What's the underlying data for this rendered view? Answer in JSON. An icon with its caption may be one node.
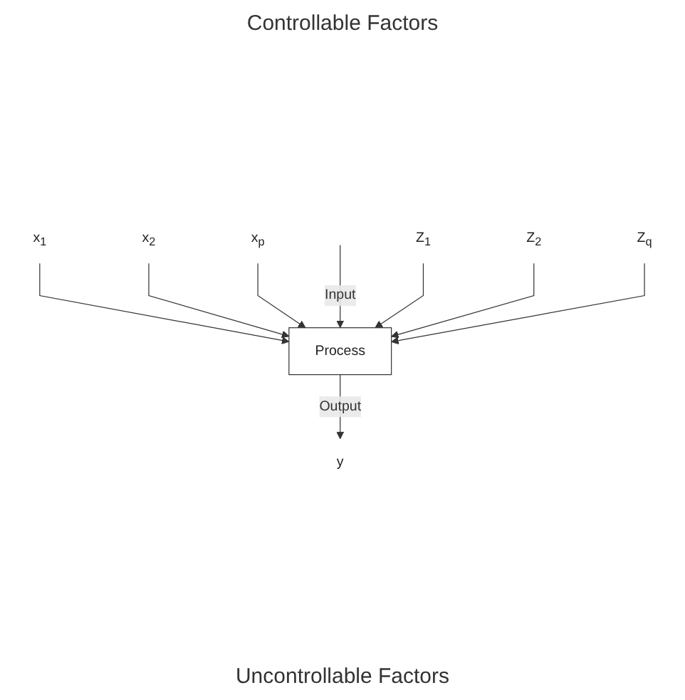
{
  "diagram": {
    "title": "Controllable Factors",
    "caption": "Uncontrollable Factors",
    "nodes": [
      {
        "text": [
          "x$_{1}$"
        ]
      },
      {
        "text": [
          "x$_{2}$"
        ]
      },
      {
        "text": [
          "x$_{p}$"
        ]
      },
      {
        "text": [
          "Process"
        ]
      },
      {
        "text": [
          "y"
        ]
      },
      {
        "text": [
          "Z$_{1}$"
        ]
      },
      {
        "text": [
          "Z$_{2}$"
        ]
      },
      {
        "text": [
          "Z$_{q}$"
        ]
      }
    ],
    "edges": [
      {
        "from": 0,
        "to": 3,
        "arrow": "to"
      },
      {
        "from": 1,
        "to": 3,
        "arrow": "to"
      },
      {
        "from": 2,
        "to": 3,
        "arrow": "to"
      },
      {
        "from": null,
        "to": 3,
        "arrow": "to",
        "label": "Input"
      },
      {
        "from": 3,
        "to": 4,
        "arrow": "to",
        "label": "Output"
      },
      {
        "from": 5,
        "to": 3,
        "arrow": "to"
      },
      {
        "from": 6,
        "to": 3,
        "arrow": "to"
      },
      {
        "from": 7,
        "to": 3,
        "arrow": "to"
      }
    ]
  }
}
